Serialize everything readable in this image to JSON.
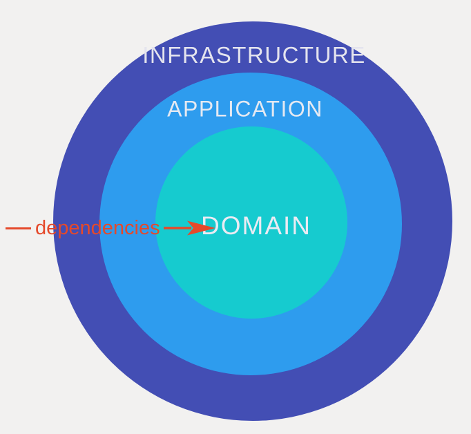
{
  "diagram": {
    "background_color": "#F2F1F0",
    "layers": [
      {
        "name": "infrastructure",
        "label": "INFRASTRUCTURE",
        "color": "#434EB4",
        "label_color": "#E4E4EE"
      },
      {
        "name": "application",
        "label": "APPLICATION",
        "color": "#2E9CEE",
        "label_color": "#E4E9F2"
      },
      {
        "name": "domain",
        "label": "DOMAIN",
        "color": "#16CBCF",
        "label_color": "#EBEBF3"
      }
    ],
    "annotation": {
      "label": "dependencies",
      "color": "#E5492B",
      "direction": "inward"
    }
  }
}
